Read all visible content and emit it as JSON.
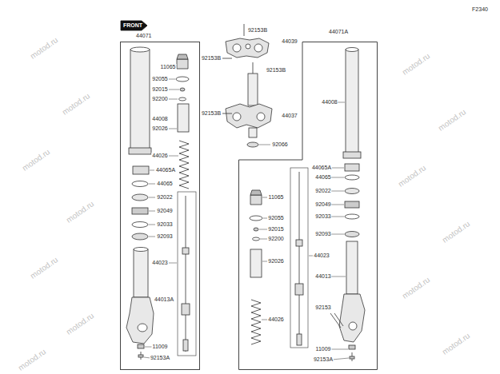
{
  "diagram": {
    "nodes": [
      {
        "text": [
          "44071"
        ]
      },
      {
        "text": [
          "44071A"
        ]
      }
    ],
    "labels": [
      "F2340",
      "FRONT",
      "11065",
      "92055",
      "92015",
      "92200",
      "44008",
      "92026",
      "44026",
      "44065A",
      "44065",
      "92022",
      "92049",
      "92033",
      "92093",
      "44023",
      "44013A",
      "11009",
      "92153A",
      "92153B",
      "92153B",
      "44039",
      "92153B",
      "92153B",
      "44037",
      "92066",
      "44008",
      "44065A",
      "44065",
      "92022",
      "92049",
      "92033",
      "11065",
      "92055",
      "92093",
      "92015",
      "92200",
      "44023",
      "92026",
      "44013",
      "92153",
      "44026",
      "11009",
      "92153A",
      "motod.ru",
      "motod.ru",
      "motod.ru",
      "motod.ru",
      "motod.ru",
      "motod.ru",
      "motod.ru",
      "motod.ru",
      "motod.ru",
      "motod.ru",
      "motod.ru",
      "motod.ru",
      "motod.ru"
    ]
  }
}
